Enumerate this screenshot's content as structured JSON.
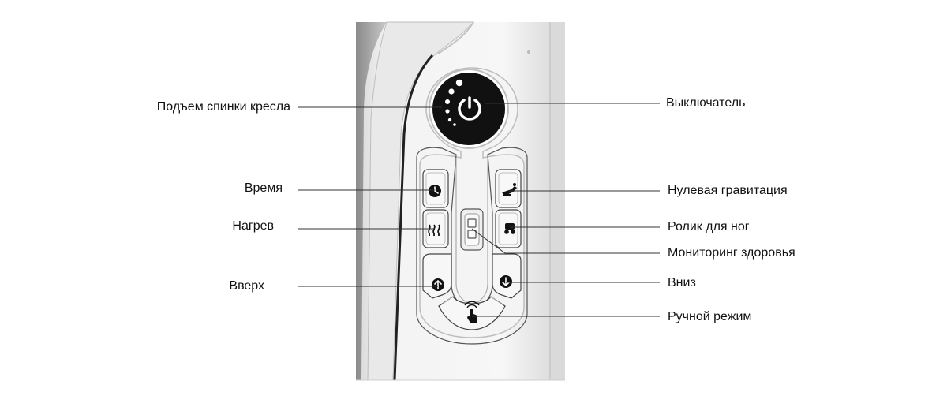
{
  "labels": {
    "backrest": "Подъем спинки кресла",
    "power": "Выключатель",
    "time": "Время",
    "zero_gravity": "Нулевая гравитация",
    "heat": "Нагрев",
    "foot_roller": "Ролик для ног",
    "health_monitor": "Мониторинг здоровья",
    "up": "Вверх",
    "down": "Вниз",
    "manual": "Ручной режим"
  },
  "icons": {
    "power": "power-icon",
    "time": "clock-icon",
    "heat": "heat-waves-icon",
    "zero_gravity": "reclining-chair-icon",
    "foot_roller": "roller-icon",
    "up": "arrow-up-icon",
    "down": "arrow-down-icon",
    "manual": "hand-touch-icon",
    "health": "sensor-icon"
  },
  "colors": {
    "line": "#333333",
    "panel_dark": "#111111",
    "panel_light": "#f4f4f4"
  }
}
